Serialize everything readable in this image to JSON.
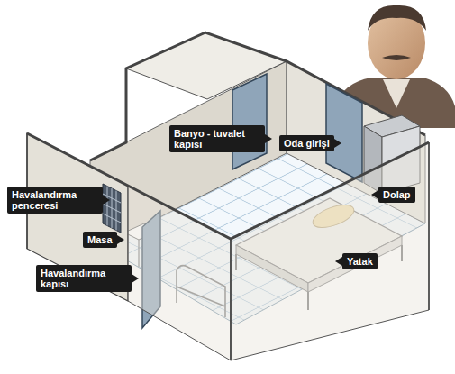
{
  "diagram": {
    "labels": [
      "Banyo - tuvalet kapısı",
      "Oda girişi",
      "Havalandırma penceresi",
      "Dolap",
      "Masa",
      "Yatak",
      "Havalandırma kapısı"
    ]
  }
}
